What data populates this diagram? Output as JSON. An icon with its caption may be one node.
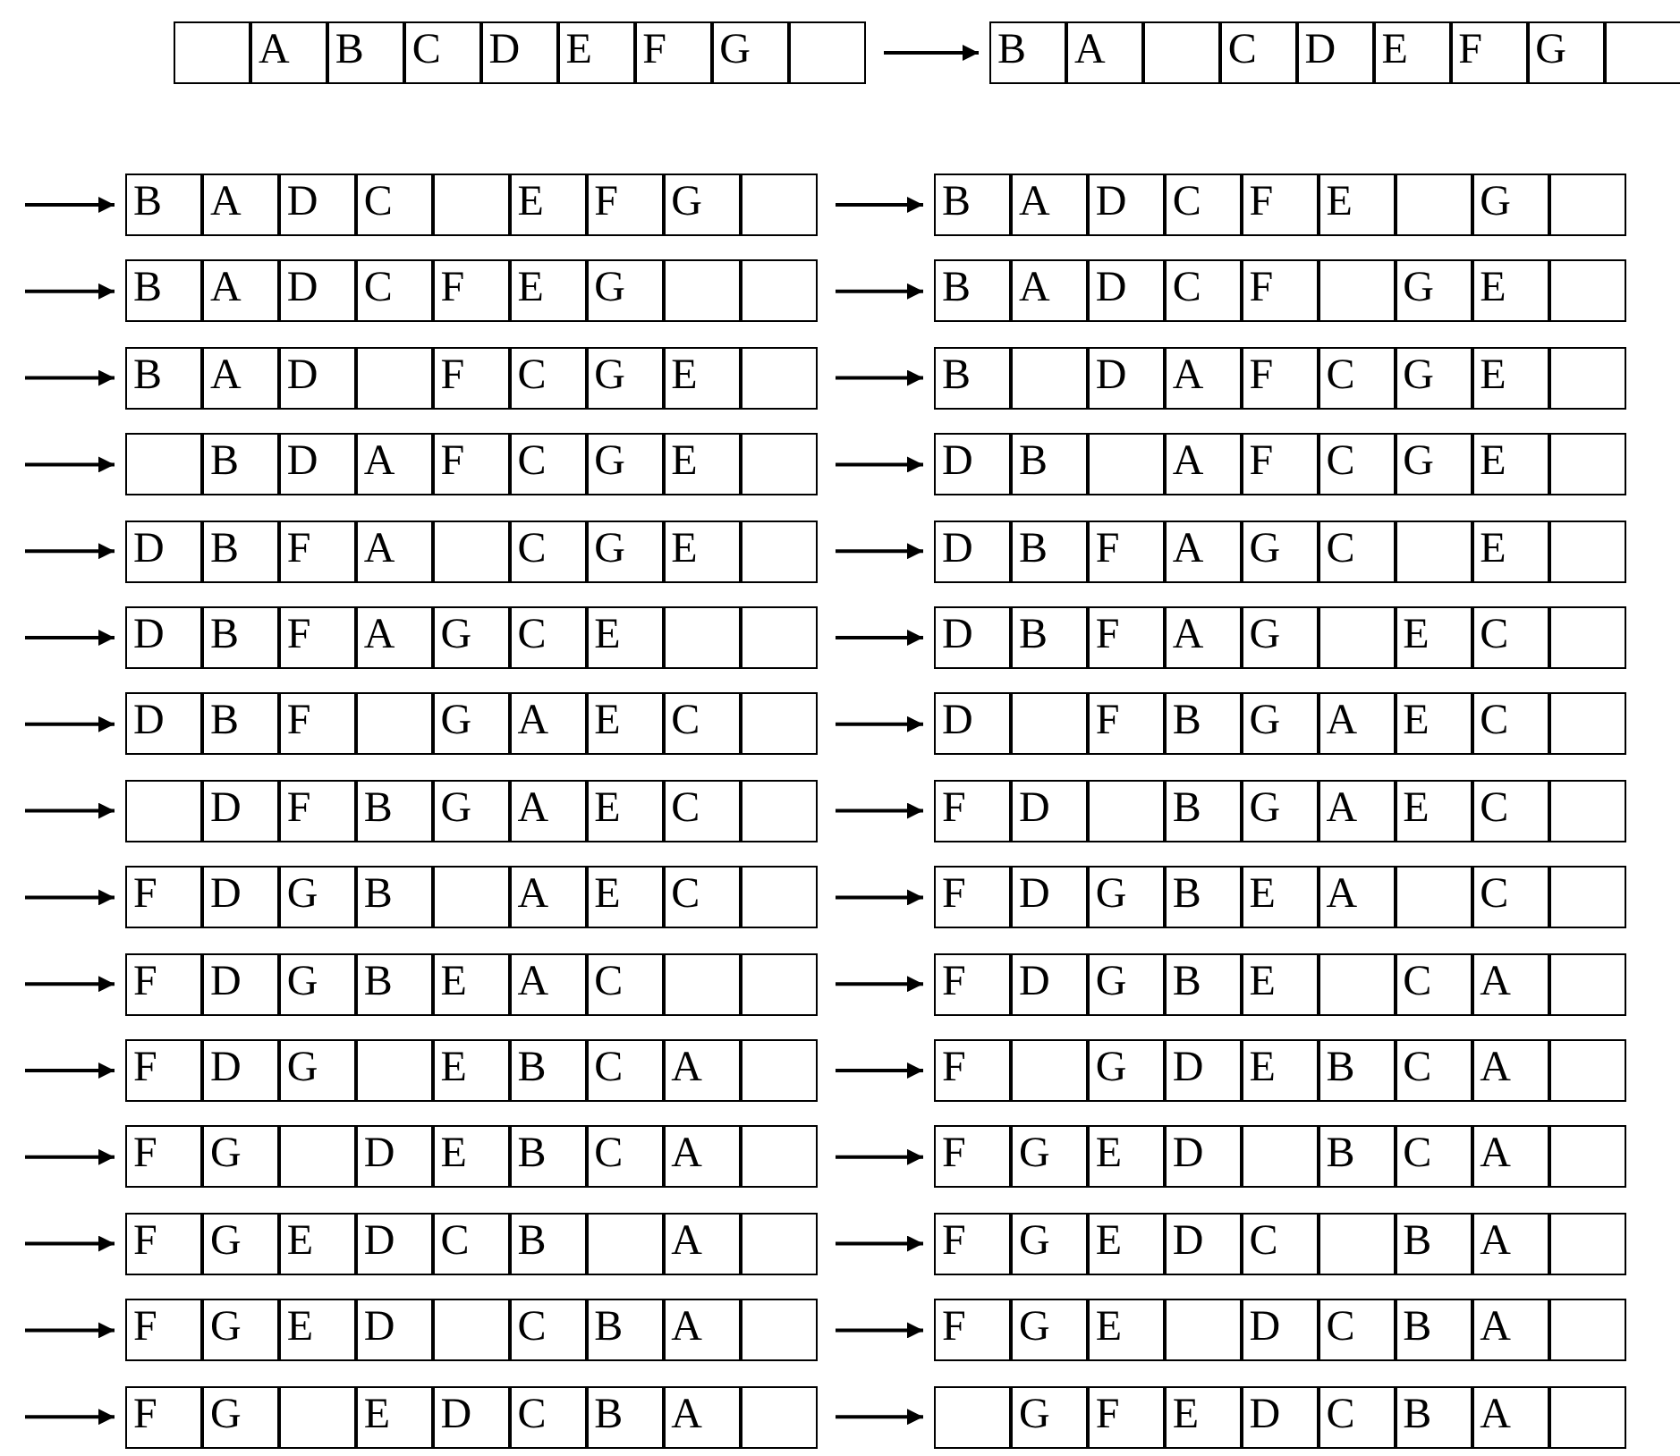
{
  "diagram": {
    "nodes": [
      {
        "text": [],
        "shape": "box"
      },
      {
        "text": [],
        "shape": "box",
        "in": 0
      },
      {
        "text": [
          "A"
        ],
        "in": 0
      },
      {
        "text": [
          "B"
        ],
        "in": 0
      },
      {
        "text": [
          "C"
        ],
        "in": 0
      },
      {
        "text": [
          "D"
        ],
        "in": 0
      },
      {
        "text": [
          "E"
        ],
        "in": 0
      },
      {
        "text": [
          "F"
        ],
        "in": 0
      },
      {
        "text": [
          "G"
        ],
        "in": 0
      },
      {
        "text": [],
        "shape": "box",
        "in": 0
      },
      {
        "text": [],
        "shape": "box"
      },
      {
        "text": [
          "B"
        ],
        "in": 10
      },
      {
        "text": [
          "A"
        ],
        "in": 10
      },
      {
        "text": [],
        "shape": "box",
        "in": 10
      },
      {
        "text": [
          "C"
        ],
        "in": 10
      },
      {
        "text": [
          "D"
        ],
        "in": 10
      },
      {
        "text": [
          "E"
        ],
        "in": 10
      },
      {
        "text": [
          "F"
        ],
        "in": 10
      },
      {
        "text": [
          "G"
        ],
        "in": 10
      },
      {
        "text": [],
        "shape": "box",
        "in": 10
      },
      {
        "text": [],
        "shape": "box"
      },
      {
        "text": [
          "B"
        ],
        "in": 20
      },
      {
        "text": [
          "A"
        ],
        "in": 20
      },
      {
        "text": [
          "D"
        ],
        "in": 20
      },
      {
        "text": [
          "C"
        ],
        "in": 20
      },
      {
        "text": [],
        "shape": "box",
        "in": 20
      },
      {
        "text": [
          "E"
        ],
        "in": 20
      },
      {
        "text": [
          "F"
        ],
        "in": 20
      },
      {
        "text": [
          "G"
        ],
        "in": 20
      },
      {
        "text": [],
        "shape": "box",
        "in": 20
      },
      {
        "text": [],
        "shape": "box"
      },
      {
        "text": [
          "B"
        ],
        "in": 30
      },
      {
        "text": [
          "A"
        ],
        "in": 30
      },
      {
        "text": [
          "D"
        ],
        "in": 30
      },
      {
        "text": [
          "C"
        ],
        "in": 30
      },
      {
        "text": [
          "F"
        ],
        "in": 30
      },
      {
        "text": [
          "E"
        ],
        "in": 30
      },
      {
        "text": [],
        "shape": "box",
        "in": 30
      },
      {
        "text": [
          "G"
        ],
        "in": 30
      },
      {
        "text": [],
        "shape": "box",
        "in": 30
      },
      {
        "text": [],
        "shape": "box"
      },
      {
        "text": [
          "B"
        ],
        "in": 40
      },
      {
        "text": [
          "A"
        ],
        "in": 40
      },
      {
        "text": [
          "D"
        ],
        "in": 40
      },
      {
        "text": [
          "C"
        ],
        "in": 40
      },
      {
        "text": [
          "F"
        ],
        "in": 40
      },
      {
        "text": [
          "E"
        ],
        "in": 40
      },
      {
        "text": [
          "G"
        ],
        "in": 40
      },
      {
        "text": [],
        "shape": "box",
        "in": 40
      },
      {
        "text": [],
        "shape": "box",
        "in": 40
      },
      {
        "text": [],
        "shape": "box"
      },
      {
        "text": [
          "B"
        ],
        "in": 50
      },
      {
        "text": [
          "A"
        ],
        "in": 50
      },
      {
        "text": [
          "D"
        ],
        "in": 50
      },
      {
        "text": [
          "C"
        ],
        "in": 50
      },
      {
        "text": [
          "F"
        ],
        "in": 50
      },
      {
        "text": [],
        "shape": "box",
        "in": 50
      },
      {
        "text": [
          "G"
        ],
        "in": 50
      },
      {
        "text": [
          "E"
        ],
        "in": 50
      },
      {
        "text": [],
        "shape": "box",
        "in": 50
      },
      {
        "text": [],
        "shape": "box"
      },
      {
        "text": [
          "B"
        ],
        "in": 60
      },
      {
        "text": [
          "A"
        ],
        "in": 60
      },
      {
        "text": [
          "D"
        ],
        "in": 60
      },
      {
        "text": [],
        "shape": "box",
        "in": 60
      },
      {
        "text": [
          "F"
        ],
        "in": 60
      },
      {
        "text": [
          "C"
        ],
        "in": 60
      },
      {
        "text": [
          "G"
        ],
        "in": 60
      },
      {
        "text": [
          "E"
        ],
        "in": 60
      },
      {
        "text": [],
        "shape": "box",
        "in": 60
      },
      {
        "text": [],
        "shape": "box"
      },
      {
        "text": [
          "B"
        ],
        "in": 70
      },
      {
        "text": [],
        "shape": "box",
        "in": 70
      },
      {
        "text": [
          "D"
        ],
        "in": 70
      },
      {
        "text": [
          "A"
        ],
        "in": 70
      },
      {
        "text": [
          "F"
        ],
        "in": 70
      },
      {
        "text": [
          "C"
        ],
        "in": 70
      },
      {
        "text": [
          "G"
        ],
        "in": 70
      },
      {
        "text": [
          "E"
        ],
        "in": 70
      },
      {
        "text": [],
        "shape": "box",
        "in": 70
      },
      {
        "text": [],
        "shape": "box"
      },
      {
        "text": [],
        "shape": "box",
        "in": 80
      },
      {
        "text": [
          "B"
        ],
        "in": 80
      },
      {
        "text": [
          "D"
        ],
        "in": 80
      },
      {
        "text": [
          "A"
        ],
        "in": 80
      },
      {
        "text": [
          "F"
        ],
        "in": 80
      },
      {
        "text": [
          "C"
        ],
        "in": 80
      },
      {
        "text": [
          "G"
        ],
        "in": 80
      },
      {
        "text": [
          "E"
        ],
        "in": 80
      },
      {
        "text": [],
        "shape": "box",
        "in": 80
      },
      {
        "text": [],
        "shape": "box"
      },
      {
        "text": [
          "D"
        ],
        "in": 90
      },
      {
        "text": [
          "B"
        ],
        "in": 90
      },
      {
        "text": [],
        "shape": "box",
        "in": 90
      },
      {
        "text": [
          "A"
        ],
        "in": 90
      },
      {
        "text": [
          "F"
        ],
        "in": 90
      },
      {
        "text": [
          "C"
        ],
        "in": 90
      },
      {
        "text": [
          "G"
        ],
        "in": 90
      },
      {
        "text": [
          "E"
        ],
        "in": 90
      },
      {
        "text": [],
        "shape": "box",
        "in": 90
      },
      {
        "text": [],
        "shape": "box"
      },
      {
        "text": [
          "D"
        ],
        "in": 100
      },
      {
        "text": [
          "B"
        ],
        "in": 100
      },
      {
        "text": [
          "F"
        ],
        "in": 100
      },
      {
        "text": [
          "A"
        ],
        "in": 100
      },
      {
        "text": [],
        "shape": "box",
        "in": 100
      },
      {
        "text": [
          "C"
        ],
        "in": 100
      },
      {
        "text": [
          "G"
        ],
        "in": 100
      },
      {
        "text": [
          "E"
        ],
        "in": 100
      },
      {
        "text": [],
        "shape": "box",
        "in": 100
      },
      {
        "text": [],
        "shape": "box"
      },
      {
        "text": [
          "D"
        ],
        "in": 110
      },
      {
        "text": [
          "B"
        ],
        "in": 110
      },
      {
        "text": [
          "F"
        ],
        "in": 110
      },
      {
        "text": [
          "A"
        ],
        "in": 110
      },
      {
        "text": [
          "G"
        ],
        "in": 110
      },
      {
        "text": [
          "C"
        ],
        "in": 110
      },
      {
        "text": [],
        "shape": "box",
        "in": 110
      },
      {
        "text": [
          "E"
        ],
        "in": 110
      },
      {
        "text": [],
        "shape": "box",
        "in": 110
      },
      {
        "text": [],
        "shape": "box"
      },
      {
        "text": [
          "D"
        ],
        "in": 120
      },
      {
        "text": [
          "B"
        ],
        "in": 120
      },
      {
        "text": [
          "F"
        ],
        "in": 120
      },
      {
        "text": [
          "A"
        ],
        "in": 120
      },
      {
        "text": [
          "G"
        ],
        "in": 120
      },
      {
        "text": [
          "C"
        ],
        "in": 120
      },
      {
        "text": [
          "E"
        ],
        "in": 120
      },
      {
        "text": [],
        "shape": "box",
        "in": 120
      },
      {
        "text": [],
        "shape": "box",
        "in": 120
      },
      {
        "text": [],
        "shape": "box"
      },
      {
        "text": [
          "D"
        ],
        "in": 130
      },
      {
        "text": [
          "B"
        ],
        "in": 130
      },
      {
        "text": [
          "F"
        ],
        "in": 130
      },
      {
        "text": [
          "A"
        ],
        "in": 130
      },
      {
        "text": [
          "G"
        ],
        "in": 130
      },
      {
        "text": [],
        "shape": "box",
        "in": 130
      },
      {
        "text": [
          "E"
        ],
        "in": 130
      },
      {
        "text": [
          "C"
        ],
        "in": 130
      },
      {
        "text": [],
        "shape": "box",
        "in": 130
      },
      {
        "text": [],
        "shape": "box"
      },
      {
        "text": [
          "D"
        ],
        "in": 140
      },
      {
        "text": [
          "B"
        ],
        "in": 140
      },
      {
        "text": [
          "F"
        ],
        "in": 140
      },
      {
        "text": [],
        "shape": "box",
        "in": 140
      },
      {
        "text": [
          "G"
        ],
        "in": 140
      },
      {
        "text": [
          "A"
        ],
        "in": 140
      },
      {
        "text": [
          "E"
        ],
        "in": 140
      },
      {
        "text": [
          "C"
        ],
        "in": 140
      },
      {
        "text": [],
        "shape": "box",
        "in": 140
      },
      {
        "text": [],
        "shape": "box"
      },
      {
        "text": [
          "D"
        ],
        "in": 150
      },
      {
        "text": [],
        "shape": "box",
        "in": 150
      },
      {
        "text": [
          "F"
        ],
        "in": 150
      },
      {
        "text": [
          "B"
        ],
        "in": 150
      },
      {
        "text": [
          "G"
        ],
        "in": 150
      },
      {
        "text": [
          "A"
        ],
        "in": 150
      },
      {
        "text": [
          "E"
        ],
        "in": 150
      },
      {
        "text": [
          "C"
        ],
        "in": 150
      },
      {
        "text": [],
        "shape": "box",
        "in": 150
      },
      {
        "text": [],
        "shape": "box"
      },
      {
        "text": [],
        "shape": "box",
        "in": 160
      },
      {
        "text": [
          "D"
        ],
        "in": 160
      },
      {
        "text": [
          "F"
        ],
        "in": 160
      },
      {
        "text": [
          "B"
        ],
        "in": 160
      },
      {
        "text": [
          "G"
        ],
        "in": 160
      },
      {
        "text": [
          "A"
        ],
        "in": 160
      },
      {
        "text": [
          "E"
        ],
        "in": 160
      },
      {
        "text": [
          "C"
        ],
        "in": 160
      },
      {
        "text": [],
        "shape": "box",
        "in": 160
      },
      {
        "text": [],
        "shape": "box"
      },
      {
        "text": [
          "F"
        ],
        "in": 170
      },
      {
        "text": [
          "D"
        ],
        "in": 170
      },
      {
        "text": [],
        "shape": "box",
        "in": 170
      },
      {
        "text": [
          "B"
        ],
        "in": 170
      },
      {
        "text": [
          "G"
        ],
        "in": 170
      },
      {
        "text": [
          "A"
        ],
        "in": 170
      },
      {
        "text": [
          "E"
        ],
        "in": 170
      },
      {
        "text": [
          "C"
        ],
        "in": 170
      },
      {
        "text": [],
        "shape": "box",
        "in": 170
      },
      {
        "text": [],
        "shape": "box"
      },
      {
        "text": [
          "F"
        ],
        "in": 180
      },
      {
        "text": [
          "D"
        ],
        "in": 180
      },
      {
        "text": [
          "G"
        ],
        "in": 180
      },
      {
        "text": [
          "B"
        ],
        "in": 180
      },
      {
        "text": [],
        "shape": "box",
        "in": 180
      },
      {
        "text": [
          "A"
        ],
        "in": 180
      },
      {
        "text": [
          "E"
        ],
        "in": 180
      },
      {
        "text": [
          "C"
        ],
        "in": 180
      },
      {
        "text": [],
        "shape": "box",
        "in": 180
      },
      {
        "text": [],
        "shape": "box"
      },
      {
        "text": [
          "F"
        ],
        "in": 190
      },
      {
        "text": [
          "D"
        ],
        "in": 190
      },
      {
        "text": [
          "G"
        ],
        "in": 190
      },
      {
        "text": [
          "B"
        ],
        "in": 190
      },
      {
        "text": [
          "E"
        ],
        "in": 190
      },
      {
        "text": [
          "A"
        ],
        "in": 190
      },
      {
        "text": [],
        "shape": "box",
        "in": 190
      },
      {
        "text": [
          "C"
        ],
        "in": 190
      },
      {
        "text": [],
        "shape": "box",
        "in": 190
      },
      {
        "text": [],
        "shape": "box"
      },
      {
        "text": [
          "F"
        ],
        "in": 200
      },
      {
        "text": [
          "D"
        ],
        "in": 200
      },
      {
        "text": [
          "G"
        ],
        "in": 200
      },
      {
        "text": [
          "B"
        ],
        "in": 200
      },
      {
        "text": [
          "E"
        ],
        "in": 200
      },
      {
        "text": [
          "A"
        ],
        "in": 200
      },
      {
        "text": [
          "C"
        ],
        "in": 200
      },
      {
        "text": [],
        "shape": "box",
        "in": 200
      },
      {
        "text": [],
        "shape": "box",
        "in": 200
      },
      {
        "text": [],
        "shape": "box"
      },
      {
        "text": [
          "F"
        ],
        "in": 210
      },
      {
        "text": [
          "D"
        ],
        "in": 210
      },
      {
        "text": [
          "G"
        ],
        "in": 210
      },
      {
        "text": [
          "B"
        ],
        "in": 210
      },
      {
        "text": [
          "E"
        ],
        "in": 210
      },
      {
        "text": [],
        "shape": "box",
        "in": 210
      },
      {
        "text": [
          "C"
        ],
        "in": 210
      },
      {
        "text": [
          "A"
        ],
        "in": 210
      },
      {
        "text": [],
        "shape": "box",
        "in": 210
      },
      {
        "text": [],
        "shape": "box"
      },
      {
        "text": [
          "F"
        ],
        "in": 220
      },
      {
        "text": [
          "D"
        ],
        "in": 220
      },
      {
        "text": [
          "G"
        ],
        "in": 220
      },
      {
        "text": [],
        "shape": "box",
        "in": 220
      },
      {
        "text": [
          "E"
        ],
        "in": 220
      },
      {
        "text": [
          "B"
        ],
        "in": 220
      },
      {
        "text": [
          "C"
        ],
        "in": 220
      },
      {
        "text": [
          "A"
        ],
        "in": 220
      },
      {
        "text": [],
        "shape": "box",
        "in": 220
      },
      {
        "text": [],
        "shape": "box"
      },
      {
        "text": [
          "F"
        ],
        "in": 230
      },
      {
        "text": [],
        "shape": "box",
        "in": 230
      },
      {
        "text": [
          "G"
        ],
        "in": 230
      },
      {
        "text": [
          "D"
        ],
        "in": 230
      },
      {
        "text": [
          "E"
        ],
        "in": 230
      },
      {
        "text": [
          "B"
        ],
        "in": 230
      },
      {
        "text": [
          "C"
        ],
        "in": 230
      },
      {
        "text": [
          "A"
        ],
        "in": 230
      },
      {
        "text": [],
        "shape": "box",
        "in": 230
      },
      {
        "text": [],
        "shape": "box"
      },
      {
        "text": [
          "F"
        ],
        "in": 240
      },
      {
        "text": [
          "G"
        ],
        "in": 240
      },
      {
        "text": [],
        "shape": "box",
        "in": 240
      },
      {
        "text": [
          "D"
        ],
        "in": 240
      },
      {
        "text": [
          "E"
        ],
        "in": 240
      },
      {
        "text": [
          "B"
        ],
        "in": 240
      },
      {
        "text": [
          "C"
        ],
        "in": 240
      },
      {
        "text": [
          "A"
        ],
        "in": 240
      },
      {
        "text": [],
        "shape": "box",
        "in": 240
      },
      {
        "text": [],
        "shape": "box"
      },
      {
        "text": [
          "F"
        ],
        "in": 250
      },
      {
        "text": [
          "G"
        ],
        "in": 250
      },
      {
        "text": [
          "E"
        ],
        "in": 250
      },
      {
        "text": [
          "D"
        ],
        "in": 250
      },
      {
        "text": [],
        "shape": "box",
        "in": 250
      },
      {
        "text": [
          "B"
        ],
        "in": 250
      },
      {
        "text": [
          "C"
        ],
        "in": 250
      },
      {
        "text": [
          "A"
        ],
        "in": 250
      },
      {
        "text": [],
        "shape": "box",
        "in": 250
      },
      {
        "text": [],
        "shape": "box"
      },
      {
        "text": [
          "F"
        ],
        "in": 260
      },
      {
        "text": [
          "G"
        ],
        "in": 260
      },
      {
        "text": [
          "E"
        ],
        "in": 260
      },
      {
        "text": [
          "D"
        ],
        "in": 260
      },
      {
        "text": [
          "C"
        ],
        "in": 260
      },
      {
        "text": [
          "B"
        ],
        "in": 260
      },
      {
        "text": [],
        "shape": "box",
        "in": 260
      },
      {
        "text": [
          "A"
        ],
        "in": 260
      },
      {
        "text": [],
        "shape": "box",
        "in": 260
      },
      {
        "text": [],
        "shape": "box"
      },
      {
        "text": [
          "F"
        ],
        "in": 270
      },
      {
        "text": [
          "G"
        ],
        "in": 270
      },
      {
        "text": [
          "E"
        ],
        "in": 270
      },
      {
        "text": [
          "D"
        ],
        "in": 270
      },
      {
        "text": [
          "C"
        ],
        "in": 270
      },
      {
        "text": [],
        "shape": "box",
        "in": 270
      },
      {
        "text": [
          "B"
        ],
        "in": 270
      },
      {
        "text": [
          "A"
        ],
        "in": 270
      },
      {
        "text": [],
        "shape": "box",
        "in": 270
      },
      {
        "text": [],
        "shape": "box"
      },
      {
        "text": [
          "F"
        ],
        "in": 280
      },
      {
        "text": [
          "G"
        ],
        "in": 280
      },
      {
        "text": [
          "E"
        ],
        "in": 280
      },
      {
        "text": [
          "D"
        ],
        "in": 280
      },
      {
        "text": [],
        "shape": "box",
        "in": 280
      },
      {
        "text": [
          "C"
        ],
        "in": 280
      },
      {
        "text": [
          "B"
        ],
        "in": 280
      },
      {
        "text": [
          "A"
        ],
        "in": 280
      },
      {
        "text": [],
        "shape": "box",
        "in": 280
      },
      {
        "text": [],
        "shape": "box"
      },
      {
        "text": [
          "F"
        ],
        "in": 290
      },
      {
        "text": [
          "G"
        ],
        "in": 290
      },
      {
        "text": [
          "E"
        ],
        "in": 290
      },
      {
        "text": [],
        "shape": "box",
        "in": 290
      },
      {
        "text": [
          "D"
        ],
        "in": 290
      },
      {
        "text": [
          "C"
        ],
        "in": 290
      },
      {
        "text": [
          "B"
        ],
        "in": 290
      },
      {
        "text": [
          "A"
        ],
        "in": 290
      },
      {
        "text": [],
        "shape": "box",
        "in": 290
      },
      {
        "text": [],
        "shape": "box"
      },
      {
        "text": [
          "F"
        ],
        "in": 300
      },
      {
        "text": [
          "G"
        ],
        "in": 300
      },
      {
        "text": [],
        "shape": "box",
        "in": 300
      },
      {
        "text": [
          "E"
        ],
        "in": 300
      },
      {
        "text": [
          "D"
        ],
        "in": 300
      },
      {
        "text": [
          "C"
        ],
        "in": 300
      },
      {
        "text": [
          "B"
        ],
        "in": 300
      },
      {
        "text": [
          "A"
        ],
        "in": 300
      },
      {
        "text": [],
        "shape": "box",
        "in": 300
      },
      {
        "text": [],
        "shape": "box"
      },
      {
        "text": [],
        "shape": "box",
        "in": 310
      },
      {
        "text": [
          "G"
        ],
        "in": 310
      },
      {
        "text": [
          "F"
        ],
        "in": 310
      },
      {
        "text": [
          "E"
        ],
        "in": 310
      },
      {
        "text": [
          "D"
        ],
        "in": 310
      },
      {
        "text": [
          "C"
        ],
        "in": 310
      },
      {
        "text": [
          "B"
        ],
        "in": 310
      },
      {
        "text": [
          "A"
        ],
        "in": 310
      },
      {
        "text": [],
        "shape": "box",
        "in": 310
      }
    ],
    "edges": [
      {
        "from": 0,
        "to": 10,
        "arrow": "to"
      },
      {
        "from": null,
        "to": 20,
        "arrow": "to"
      },
      {
        "from": 20,
        "to": 30,
        "arrow": "to"
      },
      {
        "from": null,
        "to": 40,
        "arrow": "to"
      },
      {
        "from": 40,
        "to": 50,
        "arrow": "to"
      },
      {
        "from": null,
        "to": 60,
        "arrow": "to"
      },
      {
        "from": 60,
        "to": 70,
        "arrow": "to"
      },
      {
        "from": null,
        "to": 80,
        "arrow": "to"
      },
      {
        "from": 80,
        "to": 90,
        "arrow": "to"
      },
      {
        "from": null,
        "to": 100,
        "arrow": "to"
      },
      {
        "from": 100,
        "to": 110,
        "arrow": "to"
      },
      {
        "from": null,
        "to": 120,
        "arrow": "to"
      },
      {
        "from": 120,
        "to": 130,
        "arrow": "to"
      },
      {
        "from": null,
        "to": 140,
        "arrow": "to"
      },
      {
        "from": 140,
        "to": 150,
        "arrow": "to"
      },
      {
        "from": null,
        "to": 160,
        "arrow": "to"
      },
      {
        "from": 160,
        "to": 170,
        "arrow": "to"
      },
      {
        "from": null,
        "to": 180,
        "arrow": "to"
      },
      {
        "from": 180,
        "to": 190,
        "arrow": "to"
      },
      {
        "from": null,
        "to": 200,
        "arrow": "to"
      },
      {
        "from": 200,
        "to": 210,
        "arrow": "to"
      },
      {
        "from": null,
        "to": 220,
        "arrow": "to"
      },
      {
        "from": 220,
        "to": 230,
        "arrow": "to"
      },
      {
        "from": null,
        "to": 240,
        "arrow": "to"
      },
      {
        "from": 240,
        "to": 250,
        "arrow": "to"
      },
      {
        "from": null,
        "to": 260,
        "arrow": "to"
      },
      {
        "from": 260,
        "to": 270,
        "arrow": "to"
      },
      {
        "from": null,
        "to": 280,
        "arrow": "to"
      },
      {
        "from": 280,
        "to": 290,
        "arrow": "to"
      },
      {
        "from": null,
        "to": 300,
        "arrow": "to"
      },
      {
        "from": 300,
        "to": 310,
        "arrow": "to"
      }
    ]
  }
}
